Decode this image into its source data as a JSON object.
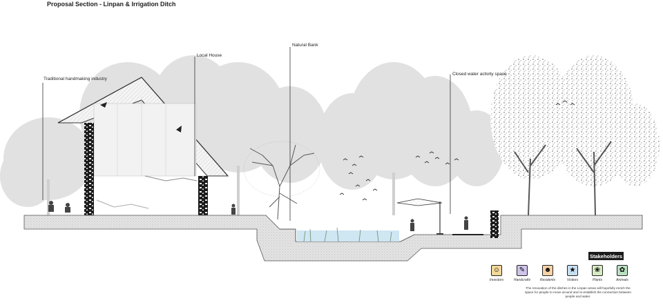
{
  "title": "Proposal Section - Linpan & Irrigation Ditch",
  "callouts": [
    {
      "id": "industry",
      "text": "Traditional handmaking industry"
    },
    {
      "id": "house",
      "text": "Local House"
    },
    {
      "id": "bank",
      "text": "Natural Bank"
    },
    {
      "id": "water",
      "text": "Closed water activity space"
    }
  ],
  "stakeholders": {
    "header": "Stakeholders",
    "items": [
      {
        "label": "Investors",
        "icon": "investor-icon",
        "color": "#c9a04a"
      },
      {
        "label": "Handcrafts",
        "icon": "handcraft-icon",
        "color": "#6a56a8"
      },
      {
        "label": "Residents",
        "icon": "residents-icon",
        "color": "#d98a3a"
      },
      {
        "label": "Visitors",
        "icon": "visitor-icon",
        "color": "#3f7fb0"
      },
      {
        "label": "Plants",
        "icon": "plant-icon",
        "color": "#5f9a3a"
      },
      {
        "label": "Animals",
        "icon": "animal-icon",
        "color": "#3c8a46"
      }
    ]
  },
  "note": "The renovation of the ditches in the Linpan areas will hopefully enrich the space for people to move around and re-establish the connection between people and water.",
  "colors": {
    "water": "#cfe6f3",
    "ground": "#e2e2e2",
    "tree": "#d9d9d9",
    "wall": "#1c1c1c"
  }
}
